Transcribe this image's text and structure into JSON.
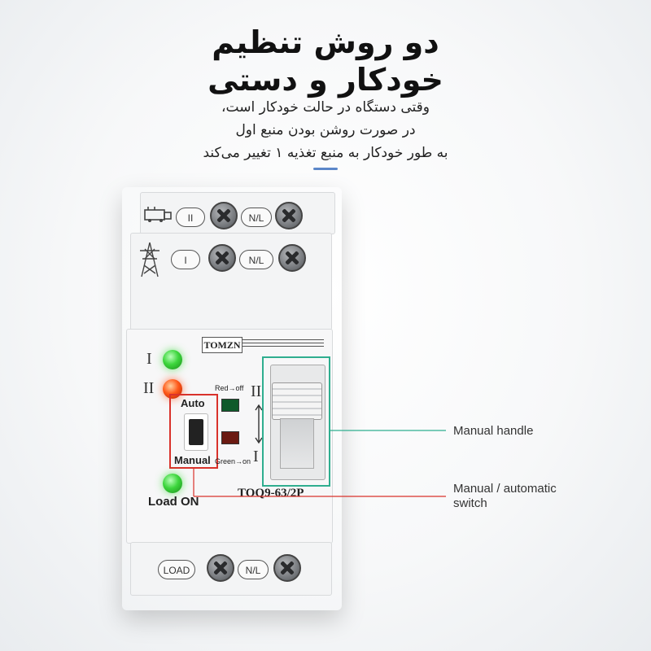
{
  "heading": {
    "line1": "دو روش تنظیم",
    "line2": "خودکار و دستی"
  },
  "description": {
    "line1": "وقتی دستگاه در حالت خودکار است،",
    "line2": "در صورت روشن بودن منبع  اول",
    "line3": "به طور خودکار به منبع تغذیه ۱ تغییر می‌کند"
  },
  "device": {
    "brand": "TOMZN",
    "model": "TOQ9-63/2P",
    "top_terminal_label": "II",
    "top_neutral_label": "N/L",
    "second_terminal_label": "I",
    "second_neutral_label": "N/L",
    "indicator_1": "I",
    "indicator_2": "II",
    "mode_auto": "Auto",
    "mode_manual": "Manual",
    "red_text": "Red→off",
    "green_text": "Green→on",
    "handle_top_mark": "II",
    "handle_bottom_mark": "I",
    "load_on": "Load ON",
    "load_label": "LOAD",
    "bottom_neutral_label": "N/L"
  },
  "callouts": {
    "manual_handle": "Manual handle",
    "switch_line1": "Manual / automatic",
    "switch_line2": "switch"
  },
  "colors": {
    "handle_box": "#2fae8f",
    "switch_box": "#d9322b",
    "accent_divider": "#5b87c9"
  }
}
